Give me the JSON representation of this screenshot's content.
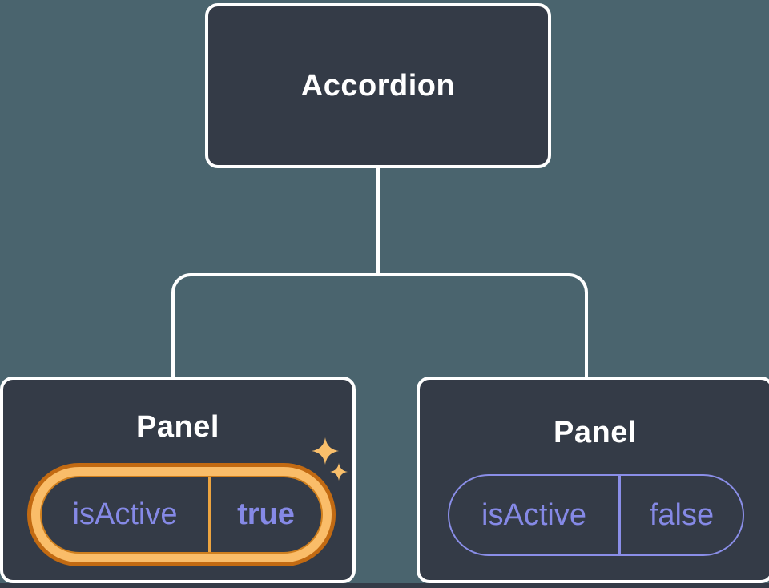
{
  "diagram": {
    "root": {
      "label": "Accordion"
    },
    "panels": [
      {
        "title": "Panel",
        "state": {
          "prop": "isActive",
          "value": "true"
        },
        "active": true
      },
      {
        "title": "Panel",
        "state": {
          "prop": "isActive",
          "value": "false"
        },
        "active": false
      }
    ]
  },
  "colors": {
    "background": "#4A646E",
    "node_fill": "#343B47",
    "node_border": "#FFFFFF",
    "state_text_purple": "#8589E6",
    "pill_line_purple": "#8A8EE8",
    "highlight_ring_outer": "#C26A12",
    "highlight_ring_gold": "#FABD69",
    "highlight_divider": "#ECA440",
    "sparkle_gold": "#F9BF6B"
  }
}
